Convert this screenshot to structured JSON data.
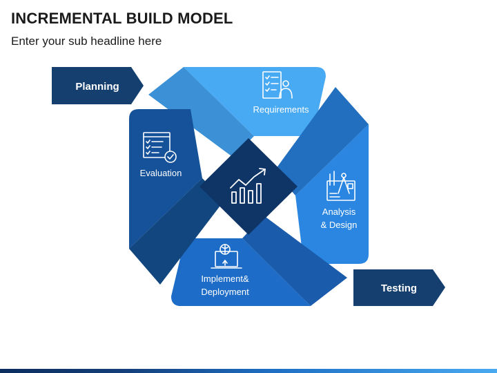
{
  "header": {
    "title": "INCREMENTAL BUILD MODEL",
    "subtitle": "Enter your sub headline here"
  },
  "tags": {
    "planning": "Planning",
    "testing": "Testing"
  },
  "stages": {
    "requirements": "Requirements",
    "analysis_line1": "Analysis",
    "analysis_line2": "& Design",
    "implement_line1": "Implement&",
    "implement_line2": "Deployment",
    "evaluation": "Evaluation"
  },
  "icons": {
    "requirements": "checklist-person-icon",
    "analysis": "drafting-tools-icon",
    "implement": "laptop-upload-icon",
    "evaluation": "checklist-approved-icon",
    "center": "growth-chart-icon"
  },
  "colors": {
    "dark_navy": "#143f6f",
    "requirements_blue": "#49aaf4",
    "analysis_blue": "#2a86e0",
    "implement_blue": "#1d6cc7",
    "evaluation_blue": "#15529a",
    "center_navy": "#0f3566"
  }
}
